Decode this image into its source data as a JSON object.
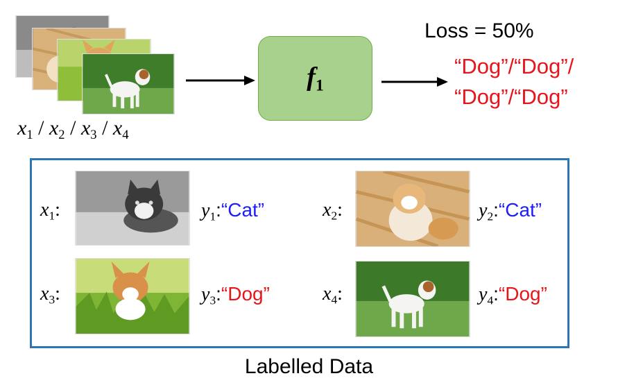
{
  "stack_caption": {
    "parts": [
      "x",
      "1",
      " / ",
      "x",
      "2",
      " / ",
      "x",
      "3",
      " / ",
      "x",
      "4"
    ]
  },
  "model": {
    "name": "f",
    "sub": "1"
  },
  "loss_text": "Loss = 50%",
  "predictions": [
    "“Dog”",
    "“Dog”",
    "“Dog”",
    "“Dog”"
  ],
  "pred_separator": "/",
  "labelled": {
    "caption": "Labelled Data",
    "items": [
      {
        "x_var": "x",
        "x_sub": "1",
        "y_var": "y",
        "y_sub": "1",
        "label": "“Cat”",
        "label_color": "#1c1cff",
        "image": "grey-cat-photo"
      },
      {
        "x_var": "x",
        "x_sub": "2",
        "y_var": "y",
        "y_sub": "2",
        "label": "“Cat”",
        "label_color": "#1c1cff",
        "image": "orange-cat-photo"
      },
      {
        "x_var": "x",
        "x_sub": "3",
        "y_var": "y",
        "y_sub": "3",
        "label": "“Dog”",
        "label_color": "#e8141c",
        "image": "corgi-photo"
      },
      {
        "x_var": "x",
        "x_sub": "4",
        "y_var": "y",
        "y_sub": "4",
        "label": "“Dog”",
        "label_color": "#e8141c",
        "image": "terrier-photo"
      }
    ]
  },
  "colors": {
    "box_border": "#2e75b6",
    "model_fill": "#a9d18e",
    "model_border": "#70ad47",
    "pred_red": "#e8141c",
    "cat_blue": "#1c1cff"
  }
}
